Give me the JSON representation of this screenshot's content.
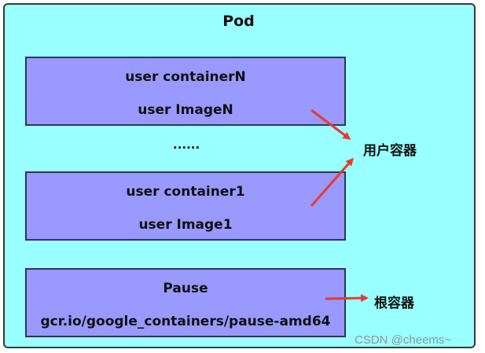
{
  "pod": {
    "title": "Pod"
  },
  "containers": [
    {
      "line1": "user containerN",
      "line2": "user ImageN"
    },
    {
      "line1": "user container1",
      "line2": "user Image1"
    }
  ],
  "ellipsis": "......",
  "pause": {
    "line1": "Pause",
    "line2": "gcr.io/google_containers/pause-amd64"
  },
  "labels": {
    "user_containers": "用户容器",
    "root_container": "根容器"
  },
  "watermark": "CSDN @cheems~",
  "colors": {
    "pod_background": "#99ffff",
    "container_fill": "#9999ff",
    "arrow": "#e83a2e"
  }
}
